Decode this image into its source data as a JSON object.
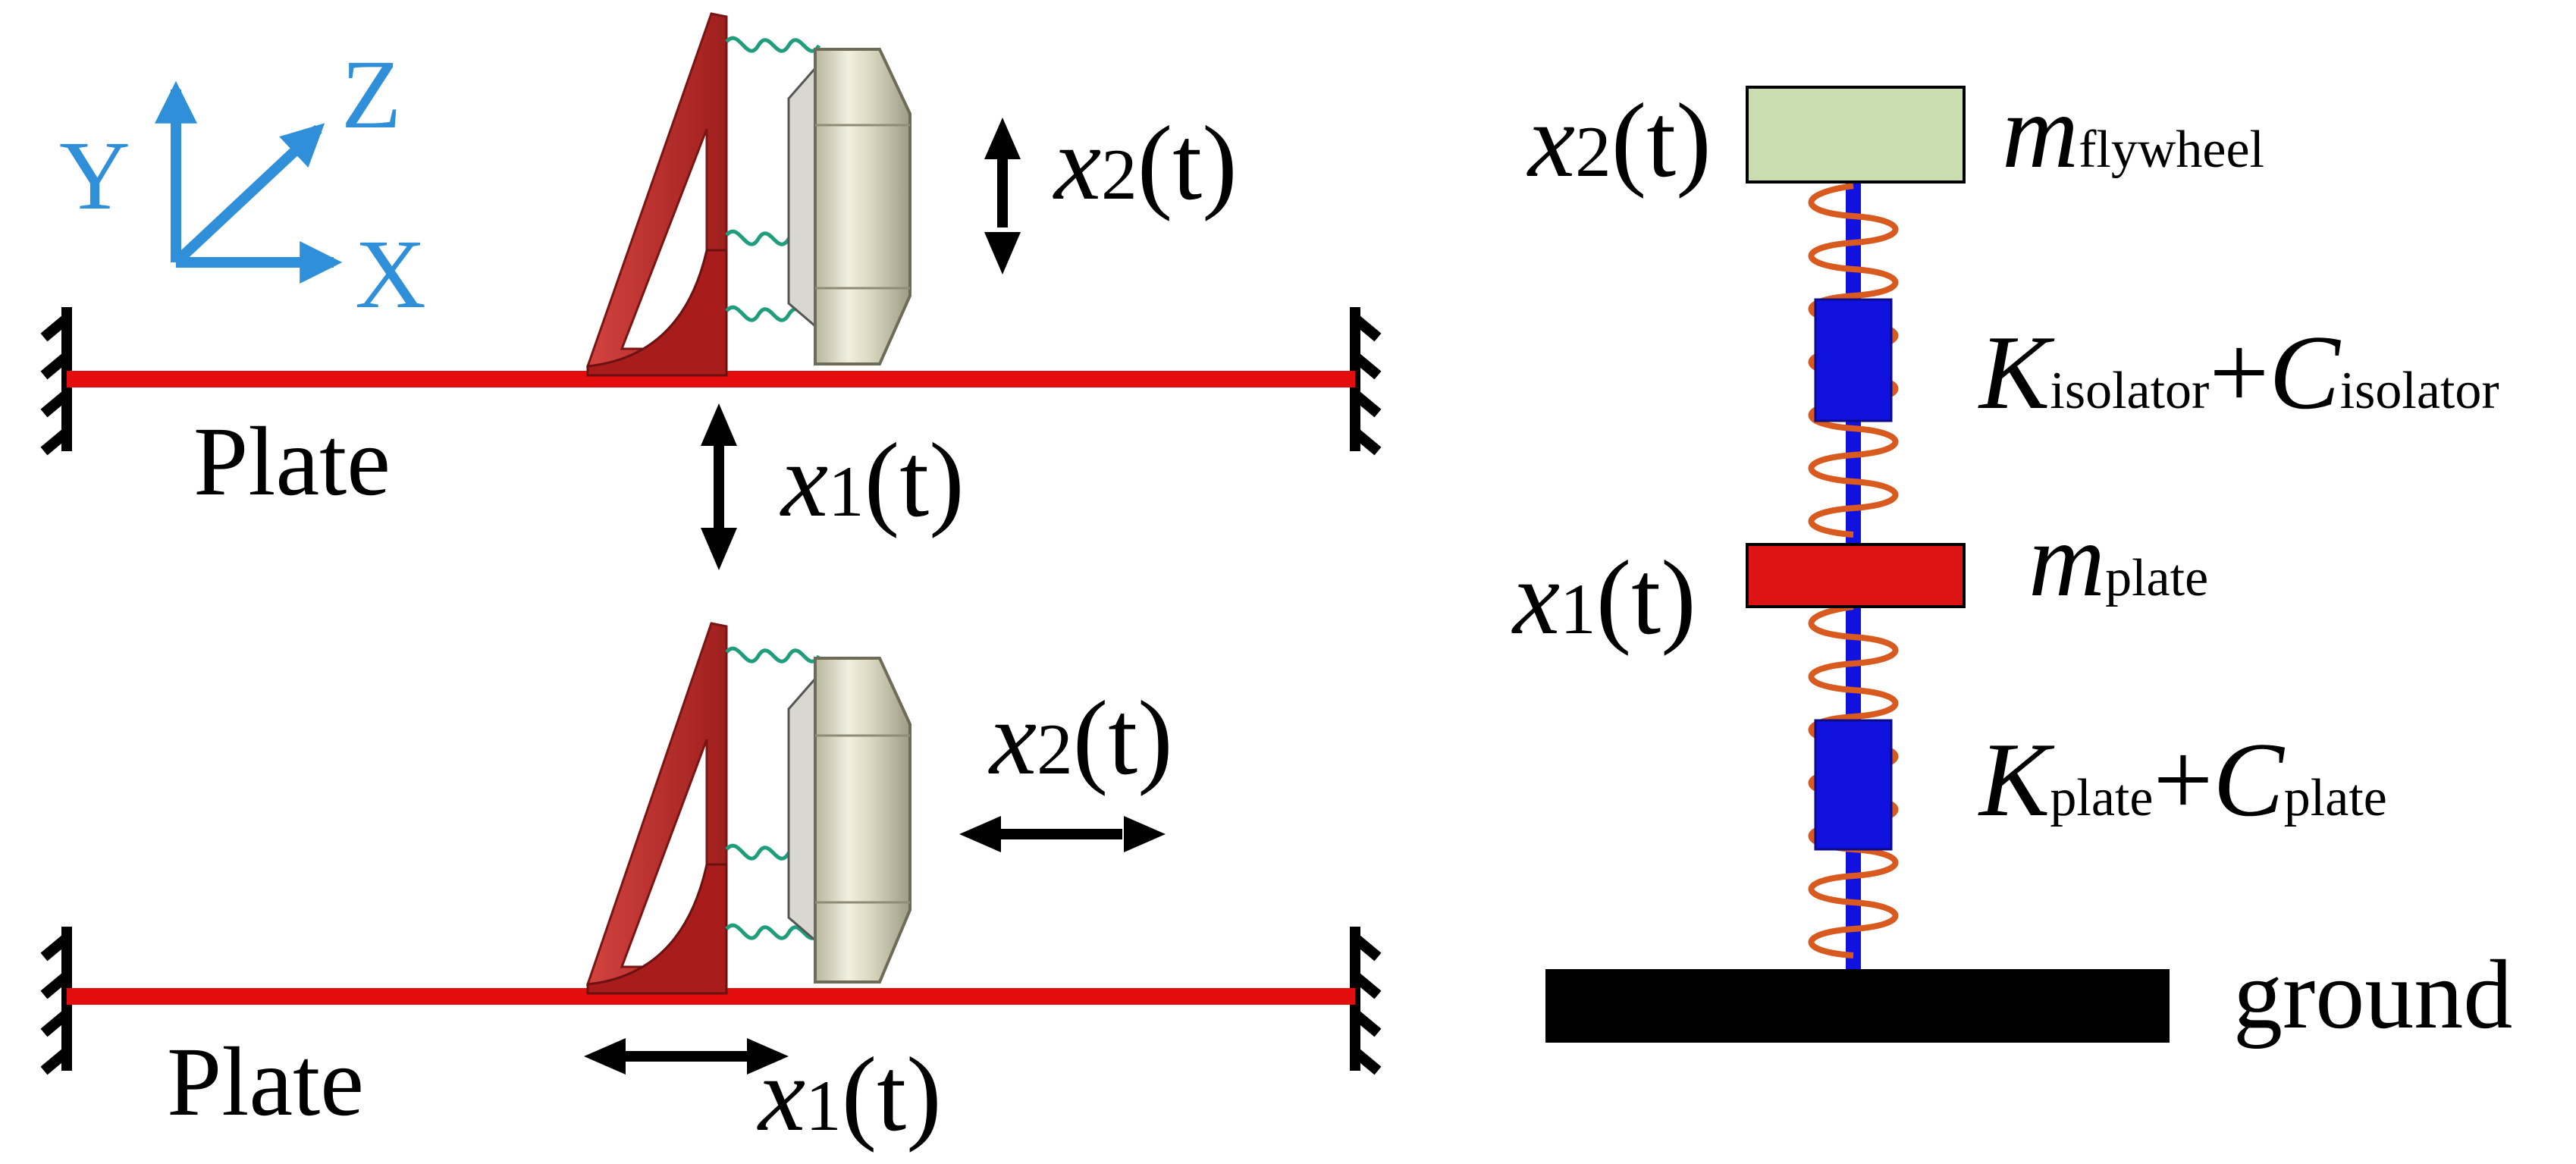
{
  "axes_triad": {
    "y_label": "Y",
    "z_label": "Z",
    "x_label": "X",
    "color": "#2f8fd8"
  },
  "top_view": {
    "plate_label": "Plate",
    "x1": {
      "var": "x",
      "sub": "1",
      "arg": "(t)"
    },
    "x2": {
      "var": "x",
      "sub": "2",
      "arg": "(t)"
    }
  },
  "bottom_view": {
    "plate_label": "Plate",
    "x1": {
      "var": "x",
      "sub": "1",
      "arg": "(t)"
    },
    "x2": {
      "var": "x",
      "sub": "2",
      "arg": "(t)"
    }
  },
  "model": {
    "x2": {
      "var": "x",
      "sub": "2",
      "arg": "(t)"
    },
    "x1": {
      "var": "x",
      "sub": "1",
      "arg": "(t)"
    },
    "m_flywheel": {
      "var": "m",
      "sub": "flywheel"
    },
    "isolator": {
      "k": "K",
      "k_sub": "isolator",
      "plus": "+",
      "c": "C",
      "c_sub": "isolator"
    },
    "m_plate": {
      "var": "m",
      "sub": "plate"
    },
    "plate_kc": {
      "k": "K",
      "k_sub": "plate",
      "plus": "+",
      "c": "C",
      "c_sub": "plate"
    },
    "ground_label": "ground"
  },
  "colors": {
    "plate": "#e30d0d",
    "bracket": "#c0302e",
    "flywheel_mass": "#c9ddb0",
    "plate_mass": "#dd1414",
    "spring": "#d85a1e",
    "damper": "#1212e0",
    "ground": "#000000",
    "isolator_spring": "#1f9d7c"
  }
}
